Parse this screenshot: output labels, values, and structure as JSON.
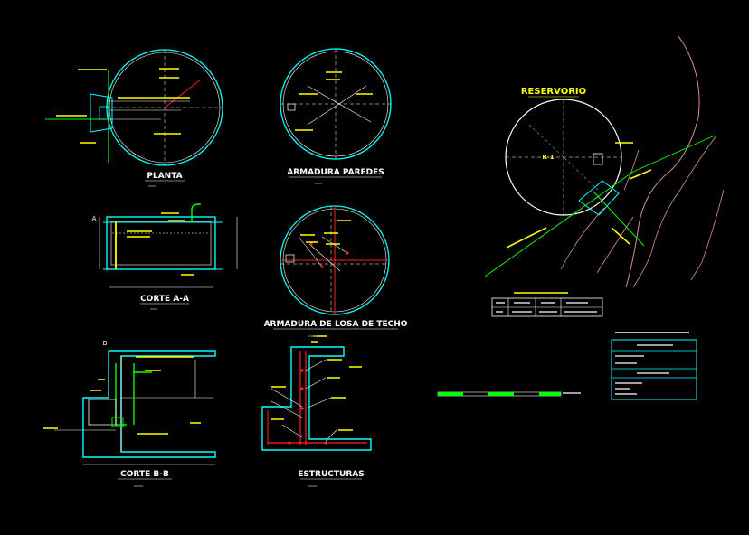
{
  "canvas_bg": "#000000",
  "colors": {
    "cyan": "#00ffff",
    "white": "#ffffff",
    "yellow": "#ffff00",
    "red": "#ff2020",
    "green": "#00ff00",
    "magenta": "#ff00ff",
    "gray": "#8a8a8a",
    "pink": "#d89090"
  },
  "titles": {
    "planta": "PLANTA",
    "armadura_paredes": "ARMADURA PAREDES",
    "corte_aa": "CORTE A-A",
    "armadura_losa": "ARMADURA DE LOSA DE TECHO",
    "corte_bb": "CORTE B-B",
    "estructuras": "ESTRUCTURAS",
    "reservorio": "RESERVORIO",
    "r1": "R-1"
  },
  "labels": {
    "corte_aa_a": "A",
    "corte_bb_b": "B"
  }
}
